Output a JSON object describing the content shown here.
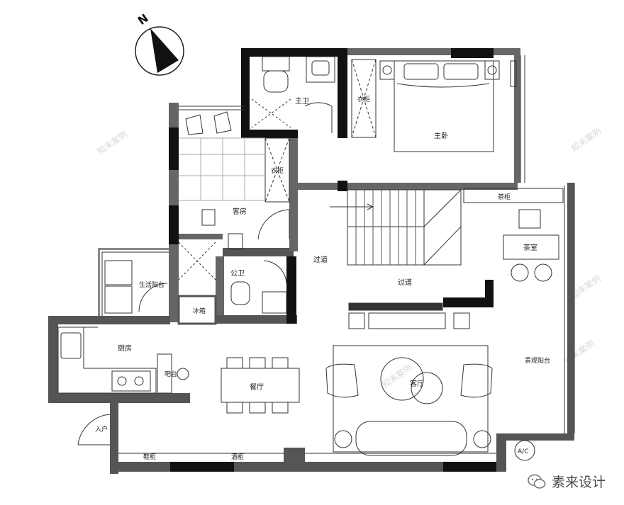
{
  "compass": {
    "north_label": "N"
  },
  "rooms": {
    "master_bath": "主卫",
    "master_bed": "主卧",
    "wardrobe_master": "衣柜",
    "wardrobe_guest": "衣柜",
    "guest_room": "客房",
    "public_bath": "公卫",
    "corridor_left": "过道",
    "corridor_right": "过道",
    "utility_balcony": "生活阳台",
    "kitchen": "厨房",
    "bar": "吧台",
    "fridge": "冰箱",
    "dining": "餐厅",
    "living": "客厅",
    "tea_room": "茶室",
    "tea_cabinet": "茶柜",
    "view_balcony": "景观阳台",
    "entrance": "入户",
    "shoe_cabinet": "鞋柜",
    "wine_cabinet": "酒柜",
    "ac_mark": "A/C"
  },
  "watermarks": [
    "知末案例",
    "知末案例",
    "知末案例",
    "知末案例",
    "知末案例"
  ],
  "brand": {
    "name": "素来设计"
  }
}
